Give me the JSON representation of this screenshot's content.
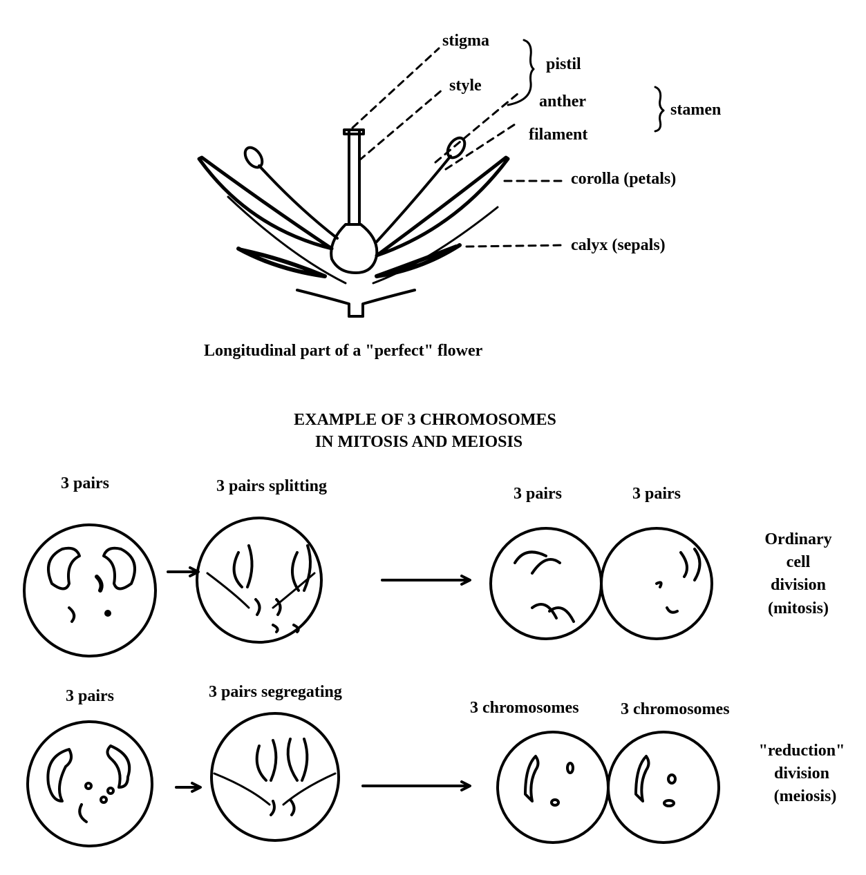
{
  "flower": {
    "labels": {
      "stigma": "stigma",
      "style": "style",
      "pistil": "pistil",
      "anther": "anther",
      "filament": "filament",
      "stamen": "stamen",
      "corolla": "corolla (petals)",
      "calyx": "calyx (sepals)"
    },
    "caption": "Longitudinal part of a \"perfect\" flower"
  },
  "chromosomes": {
    "title_line1": "EXAMPLE OF 3 CHROMOSOMES",
    "title_line2": "IN MITOSIS AND MEIOSIS",
    "mitosis": {
      "stage1": "3 pairs",
      "stage2": "3 pairs splitting",
      "daughter1": "3 pairs",
      "daughter2": "3 pairs",
      "desc": [
        "Ordinary",
        "cell",
        "division",
        "(mitosis)"
      ]
    },
    "meiosis": {
      "stage1": "3 pairs",
      "stage2": "3 pairs segregating",
      "daughter1": "3 chromosomes",
      "daughter2": "3 chromosomes",
      "desc": [
        "\"reduction\"",
        "division",
        "(meiosis)"
      ]
    }
  }
}
